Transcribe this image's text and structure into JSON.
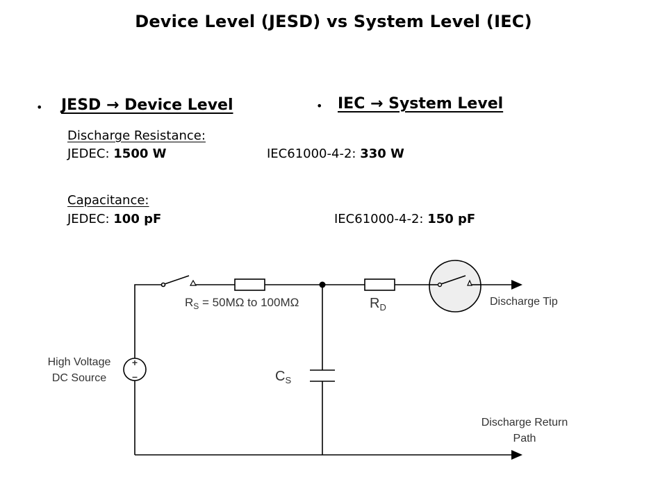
{
  "title": "Device Level (JESD) vs System Level (IEC)",
  "left_column": {
    "bullet": "•",
    "heading": "JESD → Device Level",
    "resistance": {
      "label": "Discharge Resistance:",
      "prefix": "JEDEC: ",
      "value": "1500 W"
    },
    "capacitance": {
      "label": "Capacitance:",
      "prefix": "JEDEC: ",
      "value": "100 pF"
    }
  },
  "right_column": {
    "bullet": "•",
    "heading": "IEC → System Level",
    "resistance": {
      "prefix": "IEC61000-4-2: ",
      "value": "330 W"
    },
    "capacitance": {
      "prefix": "IEC61000-4-2: ",
      "value": "150 pF"
    }
  },
  "circuit": {
    "rs_symbol": "R",
    "rs_subscript": "S",
    "rs_range": " = 50MΩ to 100MΩ",
    "rd_symbol": "R",
    "rd_subscript": "D",
    "cs_symbol": "C",
    "cs_subscript": "S",
    "source_label_line1": "High Voltage",
    "source_label_line2": "DC Source",
    "source_plus": "+",
    "source_minus": "–",
    "tip_label": "Discharge Tip",
    "return_label_line1": "Discharge Return",
    "return_label_line2": "Path",
    "colors": {
      "wire": "#000000",
      "relay_fill": "#eeeeee",
      "label_text": "#333333"
    }
  }
}
